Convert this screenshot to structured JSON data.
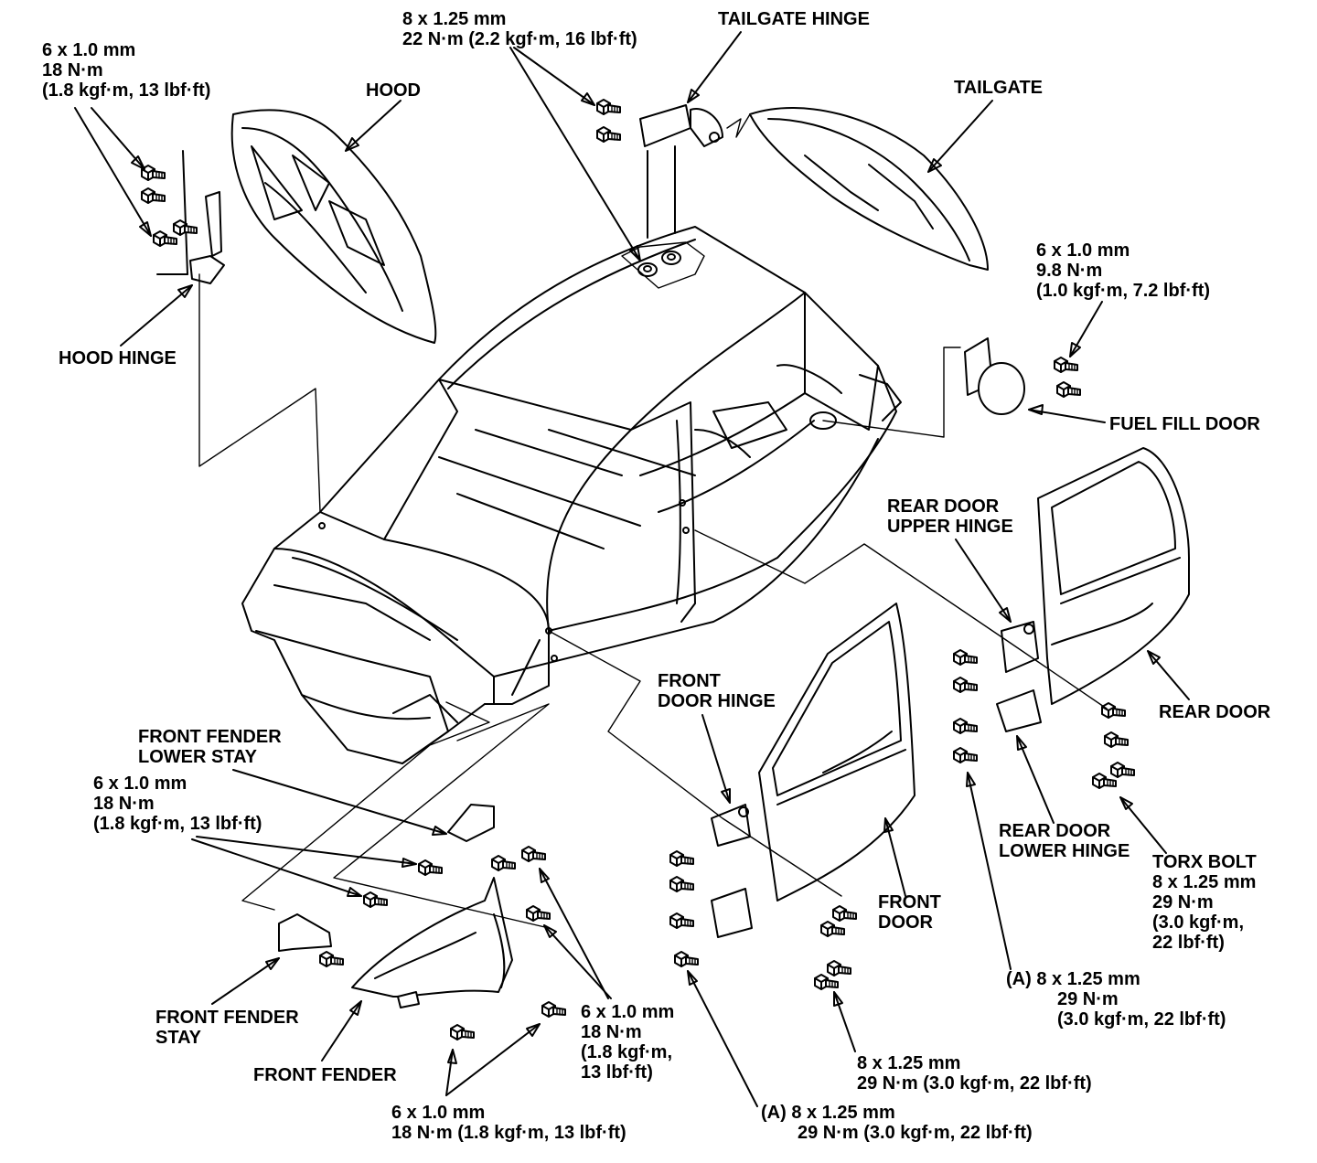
{
  "labels": {
    "hood": "HOOD",
    "hood_hinge": "HOOD HINGE",
    "hood_bolt": [
      "6 x 1.0 mm",
      "18 N·m",
      "(1.8 kgf·m, 13 lbf·ft)"
    ],
    "tailgate_hinge": "TAILGATE HINGE",
    "tailgate_bolt": [
      "8 x 1.25 mm",
      "22 N·m (2.2 kgf·m, 16 lbf·ft)"
    ],
    "tailgate": "TAILGATE",
    "fuel_bolt": [
      "6 x 1.0 mm",
      "9.8 N·m",
      "(1.0 kgf·m, 7.2 lbf·ft)"
    ],
    "fuel_fill_door": "FUEL FILL DOOR",
    "rear_door_upper_hinge": [
      "REAR DOOR",
      "UPPER HINGE"
    ],
    "rear_door": "REAR DOOR",
    "rear_door_lower_hinge": [
      "REAR DOOR",
      "LOWER HINGE"
    ],
    "torx_bolt": [
      "TORX BOLT",
      "8 x 1.25 mm",
      "29 N·m",
      "(3.0 kgf·m,",
      "22 lbf·ft)"
    ],
    "rear_a_bolt": [
      "(A)  8 x 1.25 mm",
      "29 N·m",
      "(3.0 kgf·m, 22 lbf·ft)"
    ],
    "front_door_hinge": [
      "FRONT",
      "DOOR HINGE"
    ],
    "front_door": [
      "FRONT",
      "DOOR"
    ],
    "front_door_bolt": [
      "8 x 1.25 mm",
      "29 N·m (3.0 kgf·m, 22 lbf·ft)"
    ],
    "front_a_bolt": [
      "(A)  8 x 1.25 mm",
      "29 N·m (3.0 kgf·m, 22 lbf·ft)"
    ],
    "fender_lower_stay": [
      "FRONT FENDER",
      "LOWER STAY"
    ],
    "fender_stay_bolt": [
      "6 x 1.0 mm",
      "18 N·m",
      "(1.8 kgf·m, 13 lbf·ft)"
    ],
    "front_fender_stay": [
      "FRONT FENDER",
      "STAY"
    ],
    "front_fender": "FRONT FENDER",
    "fender_bottom_bolt": [
      "6 x 1.0 mm",
      "18 N·m (1.8 kgf·m, 13 lbf·ft)"
    ],
    "fender_side_bolt": [
      "6 x 1.0 mm",
      "18 N·m",
      "(1.8 kgf·m,",
      "13 lbf·ft)"
    ]
  }
}
